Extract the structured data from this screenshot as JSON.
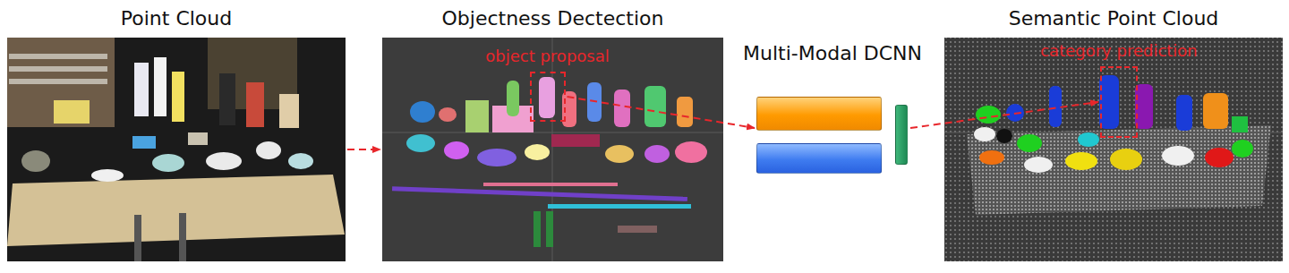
{
  "diagram": {
    "nodes": [
      {
        "text": [
          "Point Cloud"
        ]
      },
      {
        "text": [
          "Objectness Dectection"
        ]
      },
      {
        "text": [
          "object proposal"
        ],
        "in": 1
      },
      {
        "text": [
          "Multi-Modal DCNN"
        ]
      },
      {
        "text": [
          "Semantic Point Cloud"
        ]
      },
      {
        "text": [
          "category prediction"
        ],
        "in": 4
      }
    ],
    "edges": [
      {
        "from": 0,
        "to": 1,
        "arrow": "to"
      },
      {
        "from": 2,
        "to": 3,
        "arrow": "to"
      },
      {
        "from": 3,
        "to": 5,
        "arrow": "to"
      }
    ]
  }
}
